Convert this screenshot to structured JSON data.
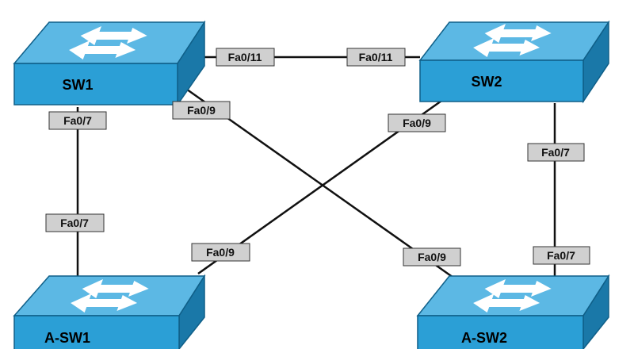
{
  "colors": {
    "switch_top": "#5cb8e4",
    "switch_front": "#2b9fd6",
    "switch_side": "#1a78a8",
    "switch_outline": "#0f5f88",
    "arrow": "#ffffff",
    "port_label_fill": "#d0d0d0",
    "port_label_border": "#333333",
    "link": "#111111"
  },
  "icons": {
    "switch": "layer2-switch-icon"
  },
  "switches": {
    "sw1": {
      "label": "SW1"
    },
    "sw2": {
      "label": "SW2"
    },
    "asw1": {
      "label": "A-SW1"
    },
    "asw2": {
      "label": "A-SW2"
    }
  },
  "links": [
    {
      "id": "sw1-sw2",
      "from": "SW1",
      "from_port": "Fa0/11",
      "to": "SW2",
      "to_port": "Fa0/11"
    },
    {
      "id": "sw1-asw1",
      "from": "SW1",
      "from_port": "Fa0/7",
      "to": "A-SW1",
      "to_port": "Fa0/7"
    },
    {
      "id": "sw2-asw2",
      "from": "SW2",
      "from_port": "Fa0/7",
      "to": "A-SW2",
      "to_port": "Fa0/7"
    },
    {
      "id": "sw1-asw2",
      "from": "SW1",
      "from_port": "Fa0/9",
      "to": "A-SW2",
      "to_port": "Fa0/9"
    },
    {
      "id": "sw2-asw1",
      "from": "SW2",
      "from_port": "Fa0/9",
      "to": "A-SW1",
      "to_port": "Fa0/9"
    }
  ]
}
